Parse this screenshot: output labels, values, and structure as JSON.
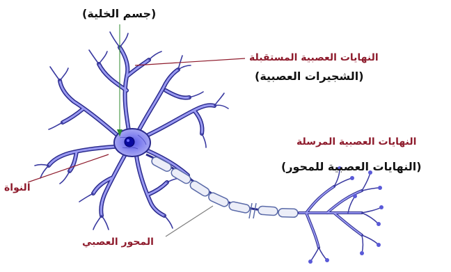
{
  "labels": {
    "cell_body": "(جسم الخلية)",
    "receiving_terminals": "النهايات العصبية المستقبلة",
    "dendrites": "(الشجيرات العصبية)",
    "sending_terminals": "النهايات العصبية المرسلة",
    "axon_terminals": "(النهايات العصبية للمحور)",
    "nucleus": "النواة",
    "axon": "المحور العصبي"
  },
  "colors": {
    "neuron_fill": "#8c8cf0",
    "neuron_stroke": "#2a2a8c",
    "nucleus": "#0a0a9e",
    "myelin_fill": "#eceef8",
    "leader_red": "#8e1b2c",
    "leader_green": "#2e8a2e",
    "leader_gray": "#808080",
    "label_red": "#8e1b2c",
    "label_black": "#111111"
  }
}
